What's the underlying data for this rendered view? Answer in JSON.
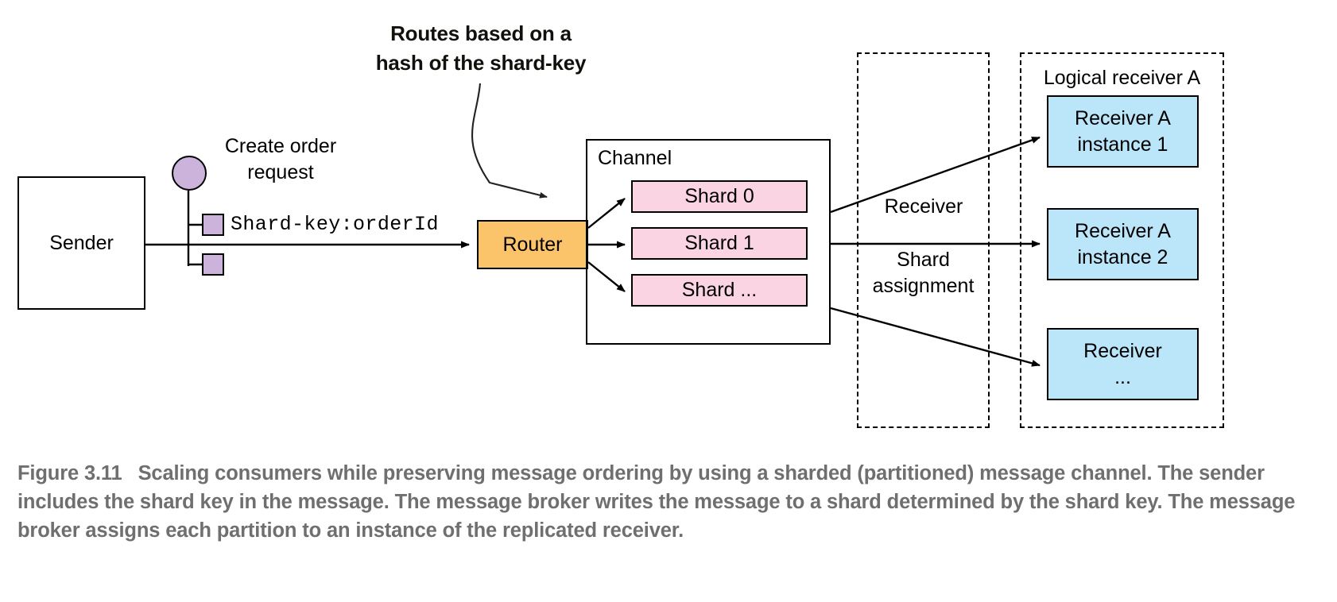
{
  "figure": {
    "number": "Figure 3.11",
    "caption": "Scaling consumers while preserving message ordering by using a sharded (partitioned) message channel. The sender includes the shard key in the message. The message broker writes the message to a shard determined by the shard key. The message broker assigns each partition to an instance of the replicated receiver."
  },
  "annotation": {
    "line1": "Routes based on a",
    "line2": "hash of the shard-key"
  },
  "sender": {
    "label": "Sender"
  },
  "message": {
    "request_label": "Create order\nrequest",
    "shard_key_text": "Shard-key:orderId"
  },
  "router": {
    "label": "Router"
  },
  "channel": {
    "label": "Channel",
    "shards": [
      {
        "label": "Shard 0"
      },
      {
        "label": "Shard 1"
      },
      {
        "label": "Shard ..."
      }
    ]
  },
  "receiver_group": {
    "line1": "Receiver",
    "line2": "Shard\nassignment"
  },
  "logical_receiver": {
    "label": "Logical receiver A",
    "instances": [
      {
        "label": "Receiver A\ninstance 1"
      },
      {
        "label": "Receiver A\ninstance 2"
      },
      {
        "label": "Receiver\n..."
      }
    ]
  },
  "colors": {
    "router_fill": "#fbc46a",
    "shard_fill": "#fbd4e4",
    "receiver_fill": "#bbe5f8",
    "message_fill": "#cbb3dc",
    "stroke": "#000000",
    "caption_text": "#6f6f6f"
  }
}
